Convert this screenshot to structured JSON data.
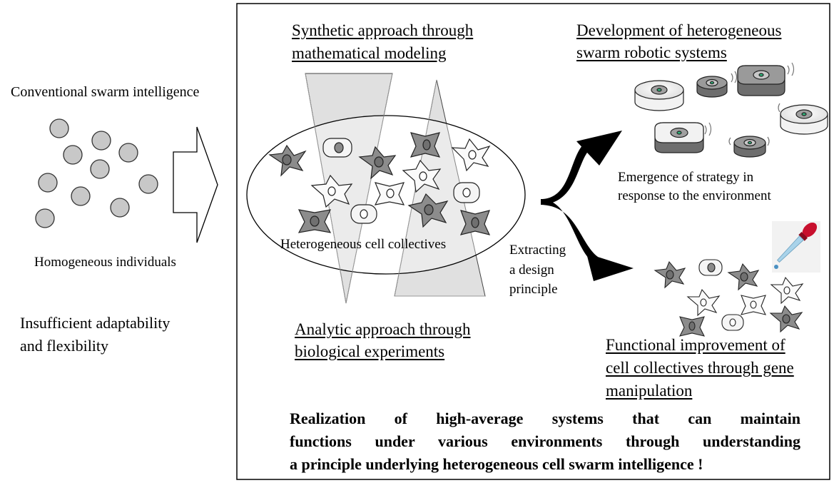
{
  "left": {
    "title": "Conventional swarm intelligence",
    "caption": "Homogeneous individuals",
    "problem_line1": "Insufficient adaptability",
    "problem_line2": "and flexibility"
  },
  "synthetic": {
    "line1": "Synthetic approach through",
    "line2": "mathematical modeling"
  },
  "analytic": {
    "line1": "Analytic approach through",
    "line2": "biological experiments"
  },
  "cells_label": "Heterogeneous cell collectives",
  "extract": {
    "line1": "Extracting",
    "line2": "a design",
    "line3": "principle"
  },
  "robotics": {
    "line1": "Development of heterogeneous",
    "line2": "swarm robotic systems",
    "emergence_line1": "Emergence of strategy in",
    "emergence_line2": "response to the environment"
  },
  "functional": {
    "line1": "Functional improvement of",
    "line2": "cell collectives through gene",
    "line3": "manipulation"
  },
  "conclusion": {
    "line1": "Realization of high-average systems that can maintain",
    "line2": "functions under various environments through understanding",
    "line3": "a principle underlying heterogeneous cell swarm intelligence !"
  },
  "colors": {
    "particle": "#c8c8c8",
    "cell_dark": "#8c8c8c",
    "cell_nucleus": "#707070",
    "robot_white": "#f2f2f2",
    "robot_gray": "#7a7a7a",
    "robot_led": "#2fb57a",
    "dropper_bulb": "#c8102e",
    "dropper_tube": "#a9d3ea"
  },
  "icons": [
    "particle-icon",
    "hollow-arrow-icon",
    "cone-icon",
    "cell-icon",
    "robot-icon",
    "curved-arrow-icon",
    "dropper-icon"
  ]
}
